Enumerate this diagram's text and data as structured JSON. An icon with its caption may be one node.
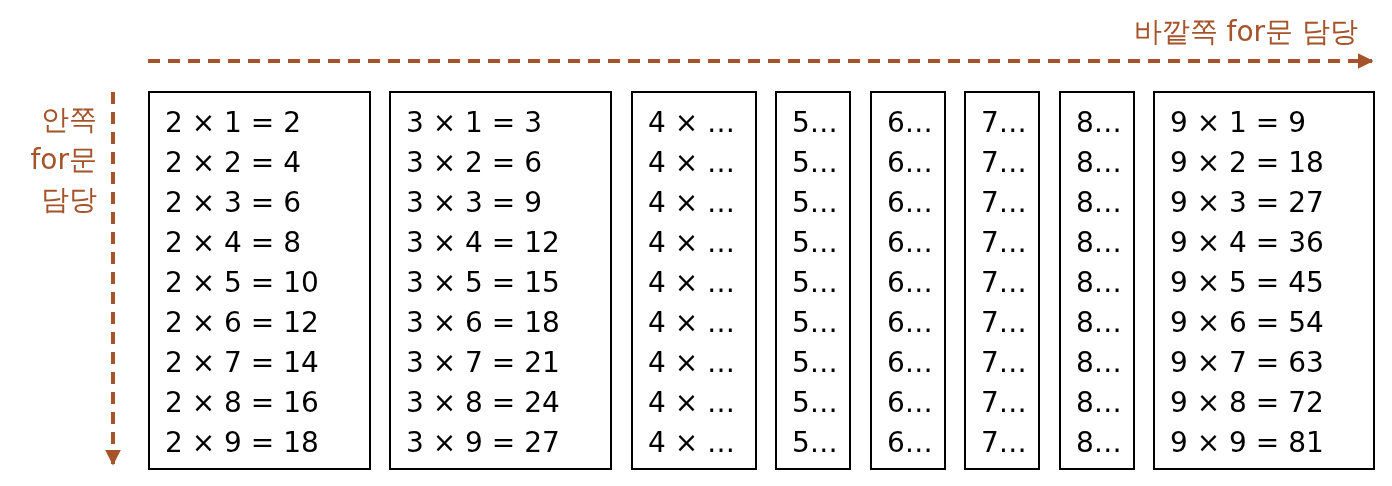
{
  "diagram": {
    "nodes": [
      {
        "text": [
          "2 × 1 = 2",
          "2 × 2 = 4",
          "2 × 3 = 6",
          "2 × 4 = 8",
          "2 × 5 = 10",
          "2 × 6 = 12",
          "2 × 7 = 14",
          "2 × 8 = 16",
          "2 × 9 = 18"
        ]
      },
      {
        "text": [
          "3 × 1 = 3",
          "3 × 2 = 6",
          "3 × 3 = 9",
          "3 × 4 = 12",
          "3 × 5 = 15",
          "3 × 6 = 18",
          "3 × 7 = 21",
          "3 × 8 = 24",
          "3 × 9 = 27"
        ]
      },
      {
        "text": [
          "4 × …",
          "4 × …",
          "4 × …",
          "4 × …",
          "4 × …",
          "4 × …",
          "4 × …",
          "4 × …",
          "4 × …"
        ]
      },
      {
        "text": [
          "5…",
          "5…",
          "5…",
          "5…",
          "5…",
          "5…",
          "5…",
          "5…",
          "5…"
        ]
      },
      {
        "text": [
          "6…",
          "6…",
          "6…",
          "6…",
          "6…",
          "6…",
          "6…",
          "6…",
          "6…"
        ]
      },
      {
        "text": [
          "7…",
          "7…",
          "7…",
          "7…",
          "7…",
          "7…",
          "7…",
          "7…",
          "7…"
        ]
      },
      {
        "text": [
          "8…",
          "8…",
          "8…",
          "8…",
          "8…",
          "8…",
          "8…",
          "8…",
          "8…"
        ]
      },
      {
        "text": [
          "9 × 1 = 9",
          "9 × 2 = 18",
          "9 × 3 = 27",
          "9 × 4 = 36",
          "9 × 5 = 45",
          "9 × 6 = 54",
          "9 × 7 = 63",
          "9 × 8 = 72",
          "9 × 9 = 81"
        ]
      }
    ],
    "labels": [
      "바깥쪽 for문 담당",
      "안쪽 for문 담당"
    ]
  }
}
